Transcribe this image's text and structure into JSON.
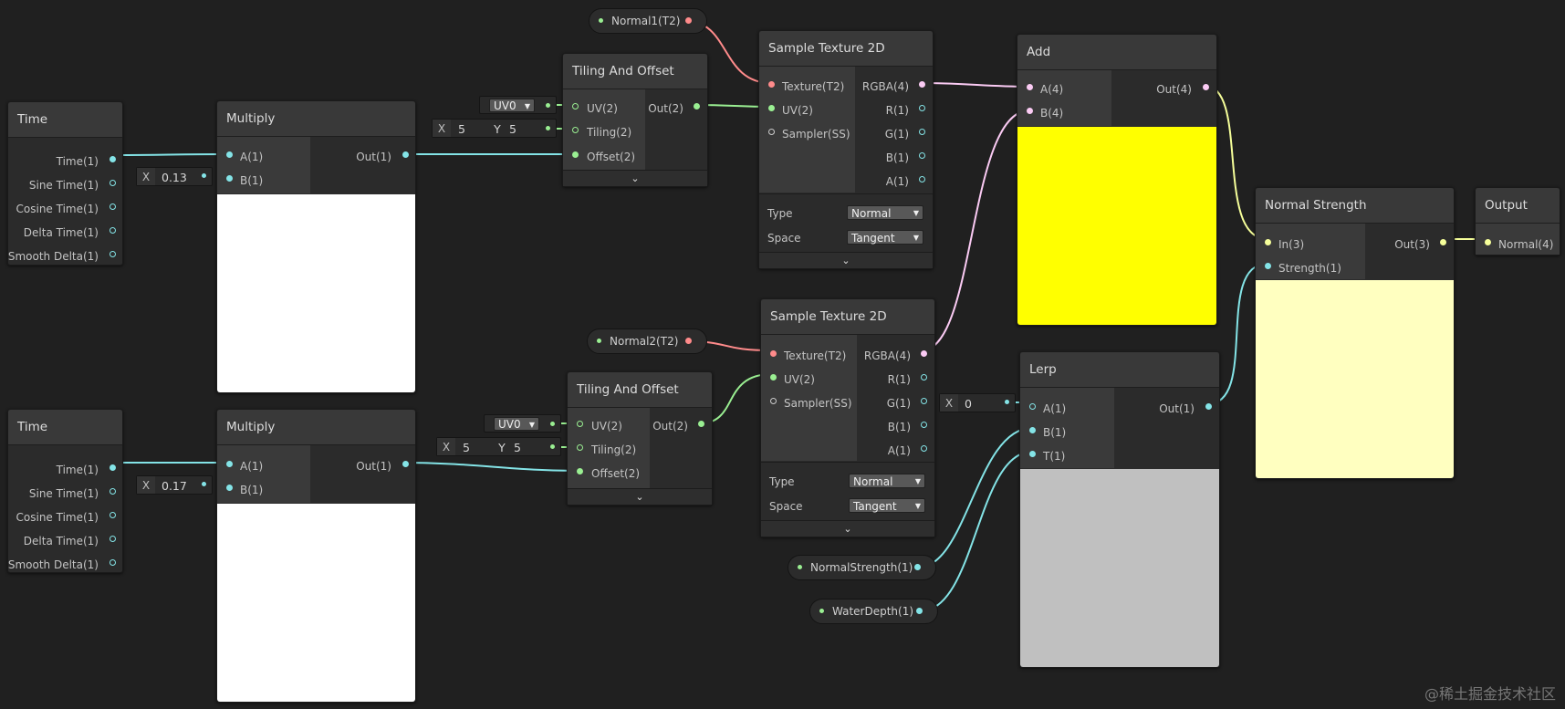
{
  "colors": {
    "float": "#84e4e7",
    "vector2": "#9aef92",
    "vector4": "#fbcbf4",
    "vector3": "#f6ff9a",
    "texture": "#ff8b8b",
    "add_preview": "#ffff00",
    "strength_preview": "#ffffc0",
    "lerp_preview": "#c0c0c0"
  },
  "time1": {
    "title": "Time",
    "outputs": [
      "Time(1)",
      "Sine Time(1)",
      "Cosine Time(1)",
      "Delta Time(1)",
      "Smooth Delta(1)"
    ]
  },
  "time2": {
    "title": "Time",
    "outputs": [
      "Time(1)",
      "Sine Time(1)",
      "Cosine Time(1)",
      "Delta Time(1)",
      "Smooth Delta(1)"
    ]
  },
  "multiply1": {
    "title": "Multiply",
    "in_a": "A(1)",
    "in_b": "B(1)",
    "out": "Out(1)",
    "field_label": "X",
    "field_value": "0.13"
  },
  "multiply2": {
    "title": "Multiply",
    "in_a": "A(1)",
    "in_b": "B(1)",
    "out": "Out(1)",
    "field_label": "X",
    "field_value": "0.17"
  },
  "tiling1": {
    "title": "Tiling And Offset",
    "in_uv": "UV(2)",
    "in_tiling": "Tiling(2)",
    "in_offset": "Offset(2)",
    "out": "Out(2)",
    "uv_value": "UV0",
    "x_label": "X",
    "x_value": "5",
    "y_label": "Y",
    "y_value": "5",
    "chevron": "⌄"
  },
  "tiling2": {
    "title": "Tiling And Offset",
    "in_uv": "UV(2)",
    "in_tiling": "Tiling(2)",
    "in_offset": "Offset(2)",
    "out": "Out(2)",
    "uv_value": "UV0",
    "x_label": "X",
    "x_value": "5",
    "y_label": "Y",
    "y_value": "5",
    "chevron": "⌄"
  },
  "sample1": {
    "title": "Sample Texture 2D",
    "inputs": [
      "Texture(T2)",
      "UV(2)",
      "Sampler(SS)"
    ],
    "outputs": [
      "RGBA(4)",
      "R(1)",
      "G(1)",
      "B(1)",
      "A(1)"
    ],
    "type_label": "Type",
    "type_value": "Normal",
    "space_label": "Space",
    "space_value": "Tangent",
    "chevron": "⌄"
  },
  "sample2": {
    "title": "Sample Texture 2D",
    "inputs": [
      "Texture(T2)",
      "UV(2)",
      "Sampler(SS)"
    ],
    "outputs": [
      "RGBA(4)",
      "R(1)",
      "G(1)",
      "B(1)",
      "A(1)"
    ],
    "type_label": "Type",
    "type_value": "Normal",
    "space_label": "Space",
    "space_value": "Tangent",
    "chevron": "⌄"
  },
  "add": {
    "title": "Add",
    "in_a": "A(4)",
    "in_b": "B(4)",
    "out": "Out(4)"
  },
  "lerp": {
    "title": "Lerp",
    "in_a": "A(1)",
    "in_b": "B(1)",
    "in_t": "T(1)",
    "out": "Out(1)",
    "field_label": "X",
    "field_value": "0"
  },
  "normal_strength": {
    "title": "Normal Strength",
    "in_in": "In(3)",
    "in_strength": "Strength(1)",
    "out": "Out(3)"
  },
  "output": {
    "title": "Output",
    "in_normal": "Normal(4)"
  },
  "properties": {
    "normal1": "Normal1(T2)",
    "normal2": "Normal2(T2)",
    "normal_strength": "NormalStrength(1)",
    "water_depth": "WaterDepth(1)"
  },
  "watermark": "@稀土掘金技术社区"
}
